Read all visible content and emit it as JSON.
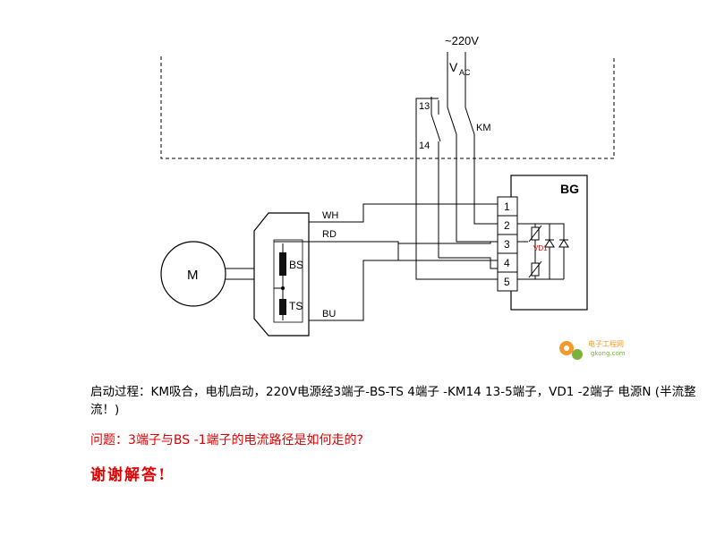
{
  "colors": {
    "line": "#000000",
    "red_text": "#e00000",
    "vd_label": "#e00000",
    "logo_orange": "#f39a2b",
    "logo_green": "#7bb23a"
  },
  "diagram": {
    "supply_label": "~220V",
    "vac_label": "V",
    "vac_sub": "AC",
    "contact_13": "13",
    "contact_14": "14",
    "km_label": "KM",
    "bg_label": "BG",
    "terminals": [
      "1",
      "2",
      "3",
      "4",
      "5"
    ],
    "wire_wh": "WH",
    "wire_rd": "RD",
    "wire_bu": "BU",
    "bs_label": "BS",
    "ts_label": "TS",
    "motor_label": "M",
    "vd1_label": "VD1",
    "logo_text": "电子工程网",
    "logo_sub": "gkong.com",
    "icons": [
      "motor-symbol",
      "diode-symbol",
      "varistor-symbol",
      "logo-gear-icon"
    ]
  },
  "text": {
    "process": "启动过程：KM吸合，电机启动，220V电源经3端子-BS-TS 4端子 -KM14 13-5端子，VD1 -2端子 电源N (半流整流！)",
    "question": "问题：3端子与BS -1端子的电流路径是如何走的?",
    "thanks": "谢谢解答!"
  }
}
